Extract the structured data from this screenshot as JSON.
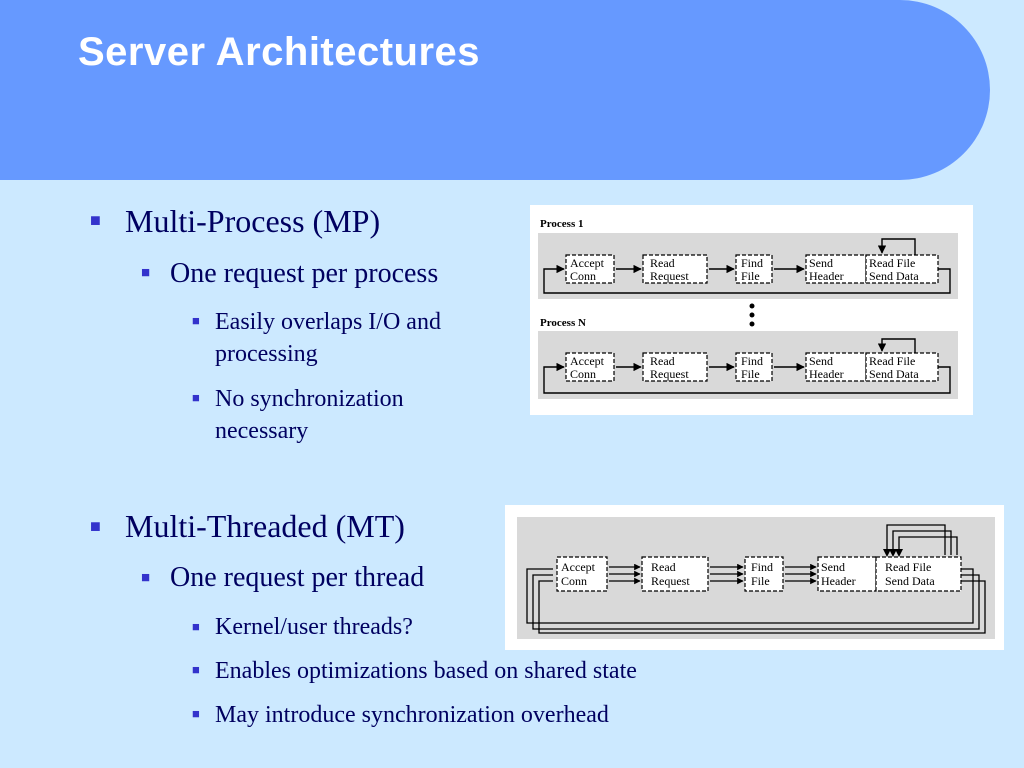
{
  "slide": {
    "title": "Server Architectures",
    "sections": [
      {
        "heading": "Multi-Process (MP)",
        "sub": "One request per process",
        "points": [
          "Easily overlaps I/O and processing",
          "No synchronization necessary"
        ]
      },
      {
        "heading": "Multi-Threaded (MT)",
        "sub": "One request per thread",
        "points": [
          "Kernel/user threads?",
          "Enables optimizations based on shared state",
          "May introduce synchronization overhead"
        ]
      }
    ]
  },
  "figures": {
    "mp": {
      "process_first": "Process 1",
      "process_last": "Process N",
      "stages": [
        "Accept",
        "Conn",
        "Read",
        "Request",
        "Find",
        "File",
        "Send",
        "Header",
        "Read File",
        "Send Data"
      ]
    },
    "mt": {
      "stages": [
        "Accept",
        "Conn",
        "Read",
        "Request",
        "Find",
        "File",
        "Send",
        "Header",
        "Read File",
        "Send Data"
      ]
    }
  },
  "colors": {
    "background": "#cce9ff",
    "header": "#6699ff",
    "title": "#ffffff",
    "text": "#000060",
    "bullet": "#3333cc"
  }
}
